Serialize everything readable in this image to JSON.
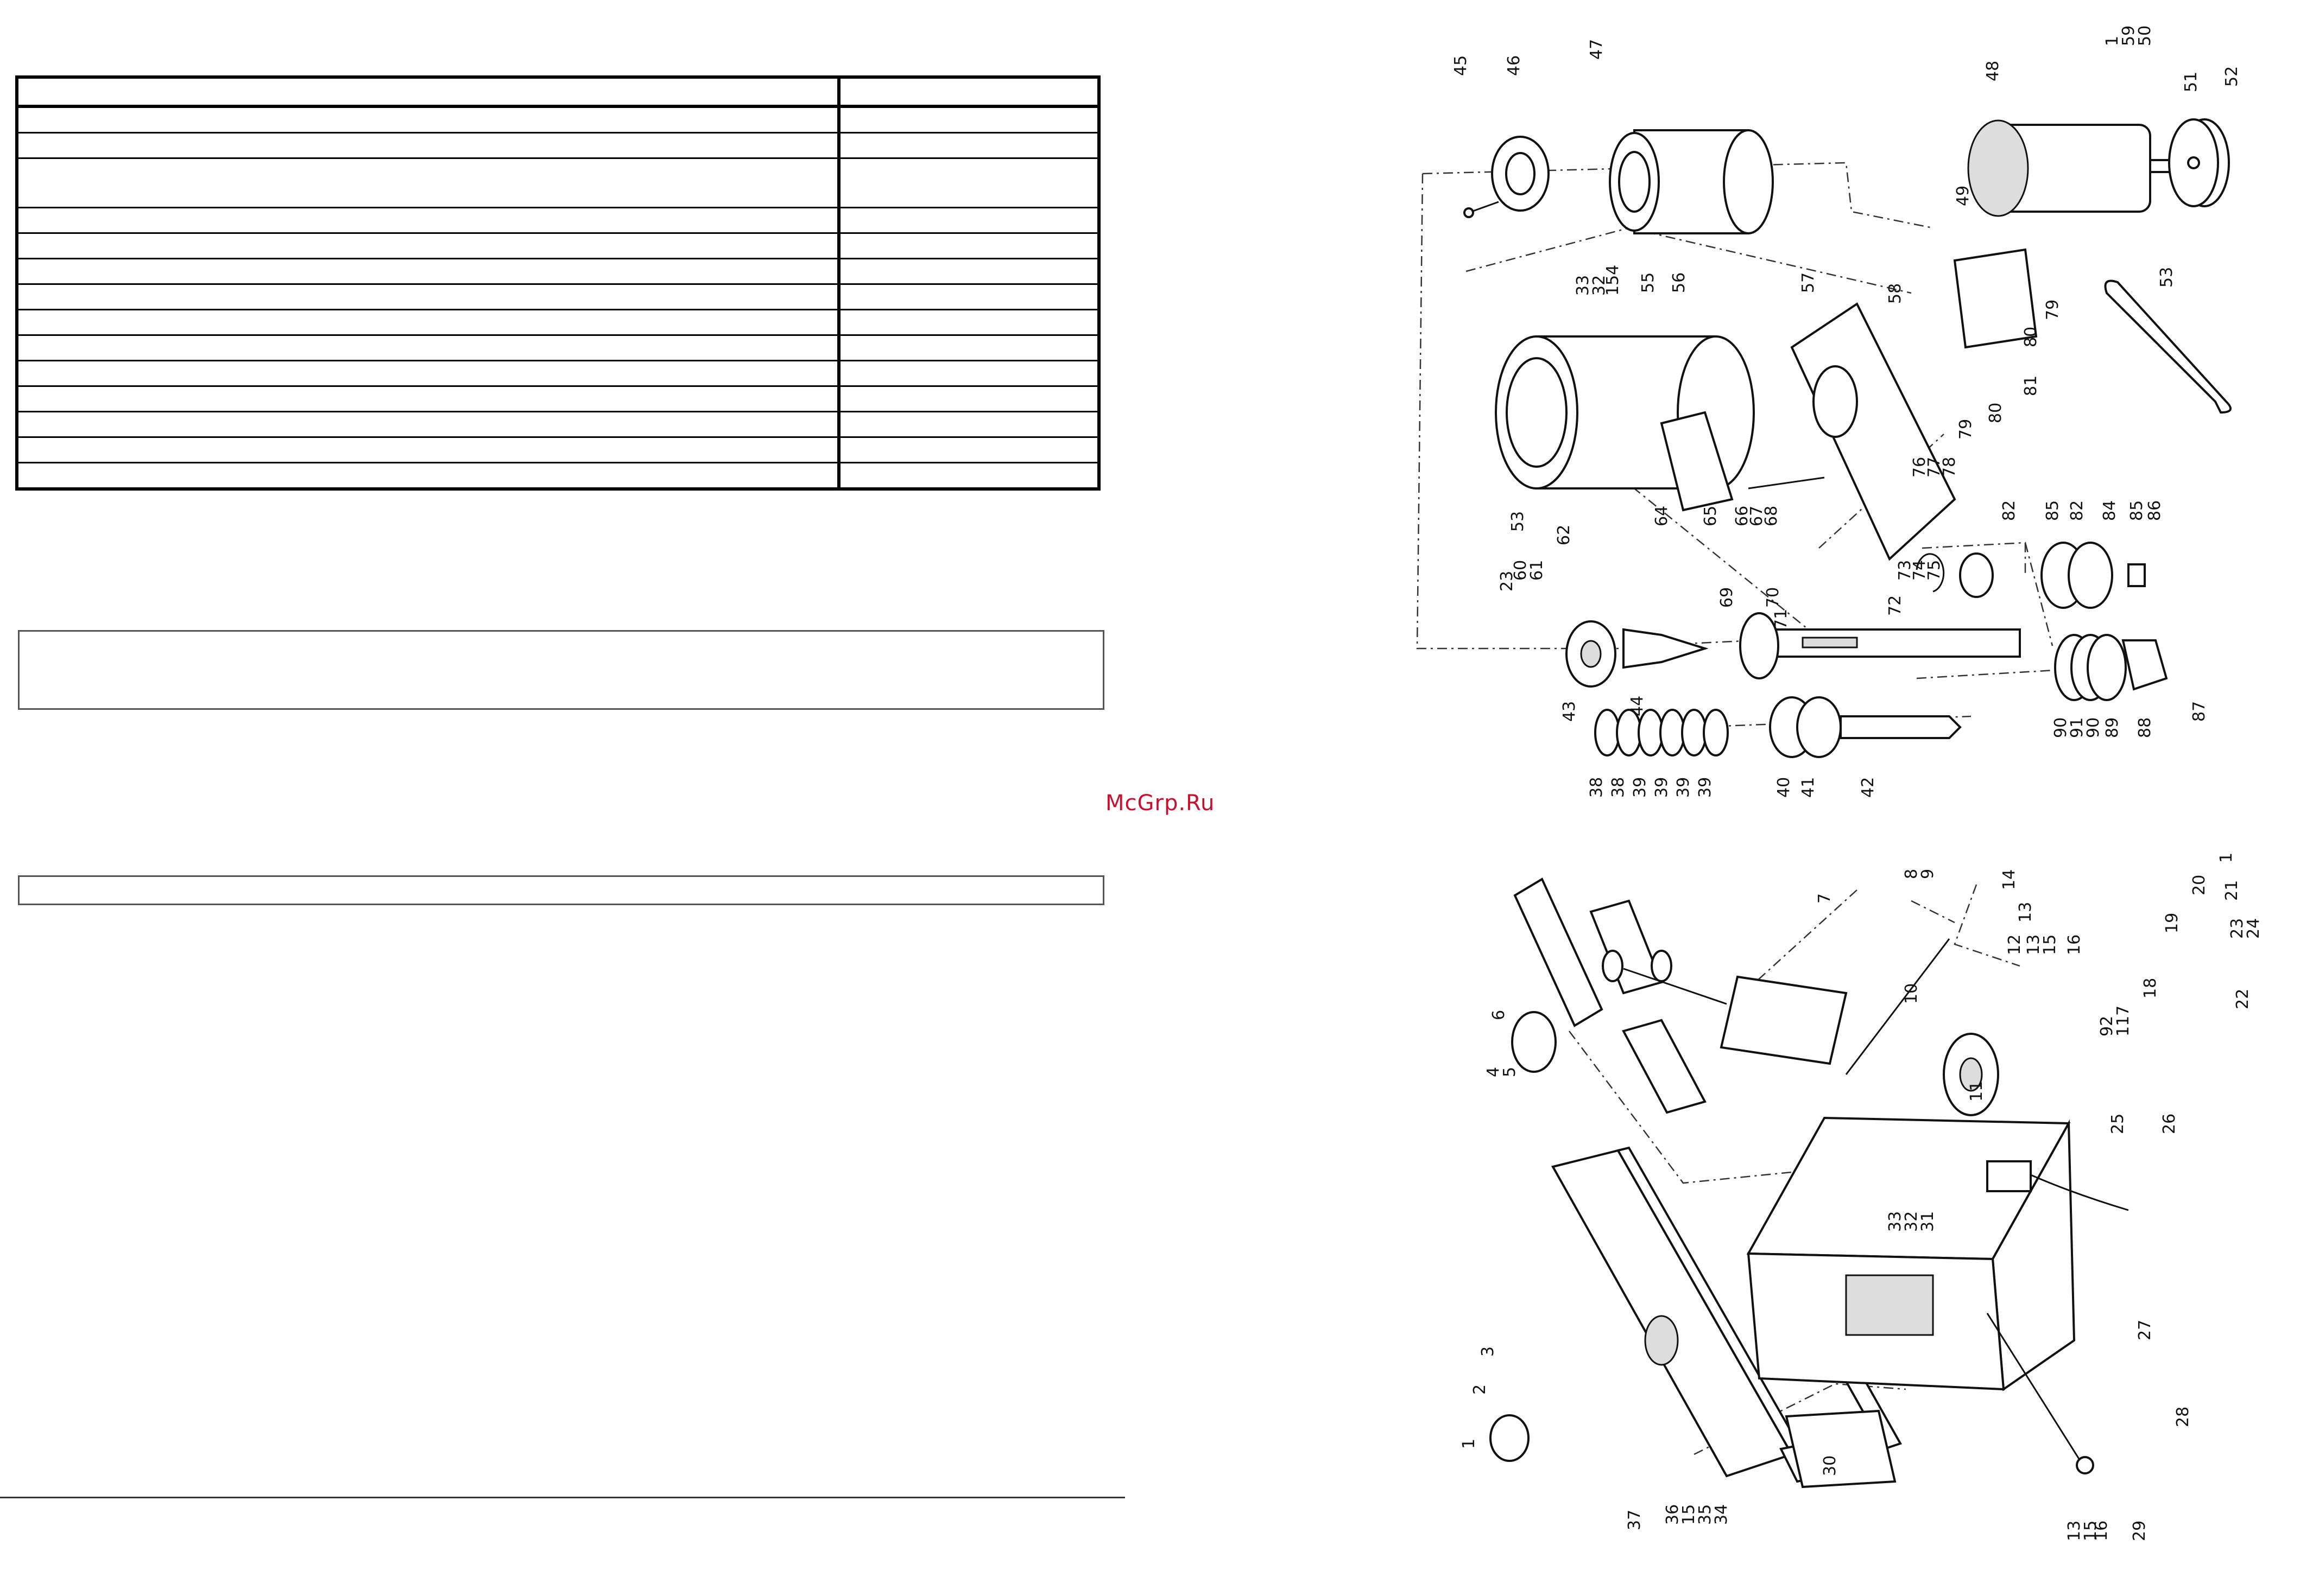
{
  "watermark": "McGrp.Ru",
  "spec_table": {
    "row_count": 15
  },
  "diagram_top": {
    "labels": [
      "45",
      "46",
      "47",
      "48",
      "1",
      "59",
      "50",
      "51",
      "52",
      "53",
      "49",
      "79",
      "80",
      "81",
      "57",
      "58",
      "56",
      "55",
      "33",
      "32",
      "154",
      "53",
      "61",
      "62",
      "60",
      "23",
      "64",
      "65",
      "66",
      "67",
      "68",
      "70",
      "69",
      "71",
      "72",
      "76",
      "77",
      "78",
      "73",
      "74",
      "75",
      "79",
      "80",
      "82",
      "85",
      "82",
      "84",
      "85",
      "86",
      "43",
      "44",
      "38",
      "38",
      "39",
      "39",
      "39",
      "39",
      "40",
      "41",
      "42",
      "90",
      "91",
      "90",
      "89",
      "88",
      "87"
    ]
  },
  "diagram_bottom": {
    "labels": [
      "7",
      "8",
      "9",
      "6",
      "4",
      "5",
      "10",
      "11",
      "14",
      "13",
      "12",
      "13",
      "15",
      "16",
      "92",
      "117",
      "18",
      "19",
      "20",
      "1",
      "21",
      "22",
      "23",
      "24",
      "25",
      "26",
      "33",
      "32",
      "31",
      "3",
      "2",
      "1",
      "30",
      "27",
      "28",
      "29",
      "13",
      "15",
      "16",
      "37",
      "36",
      "15",
      "35",
      "34"
    ]
  }
}
